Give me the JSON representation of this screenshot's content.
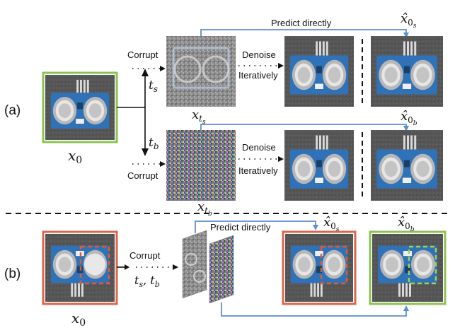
{
  "sections": {
    "a": "(a)",
    "b": "(b)"
  },
  "labels": {
    "corrupt": "Corrupt",
    "denoise": "Denoise",
    "iteratively": "Iteratively",
    "predict_directly": "Predict directly"
  },
  "math": {
    "x0": "x",
    "x0_sub": "0",
    "ts": "t",
    "ts_sub": "s",
    "tb": "t",
    "tb_sub": "b",
    "xts": "x",
    "xts_sub": "t",
    "xts_subsub": "s",
    "xtb": "x",
    "xtb_sub": "t",
    "xtb_subsub": "b",
    "xhat0s": "x̂",
    "xhat0s_sub": "0",
    "xhat0s_subsub": "s",
    "xhat0b": "x̂",
    "xhat0b_sub": "0",
    "xhat0b_subsub": "b",
    "ts_tb": "t",
    "ts_tb_s": "s",
    "ts_tb_comma": ", t",
    "ts_tb_b": "b"
  },
  "colors": {
    "green_frame": "#8dc152",
    "red_frame": "#d9664a",
    "arrow_blue": "#5b8fd1",
    "mask_red": "#e05a3a",
    "mask_green": "#9ed24a"
  }
}
